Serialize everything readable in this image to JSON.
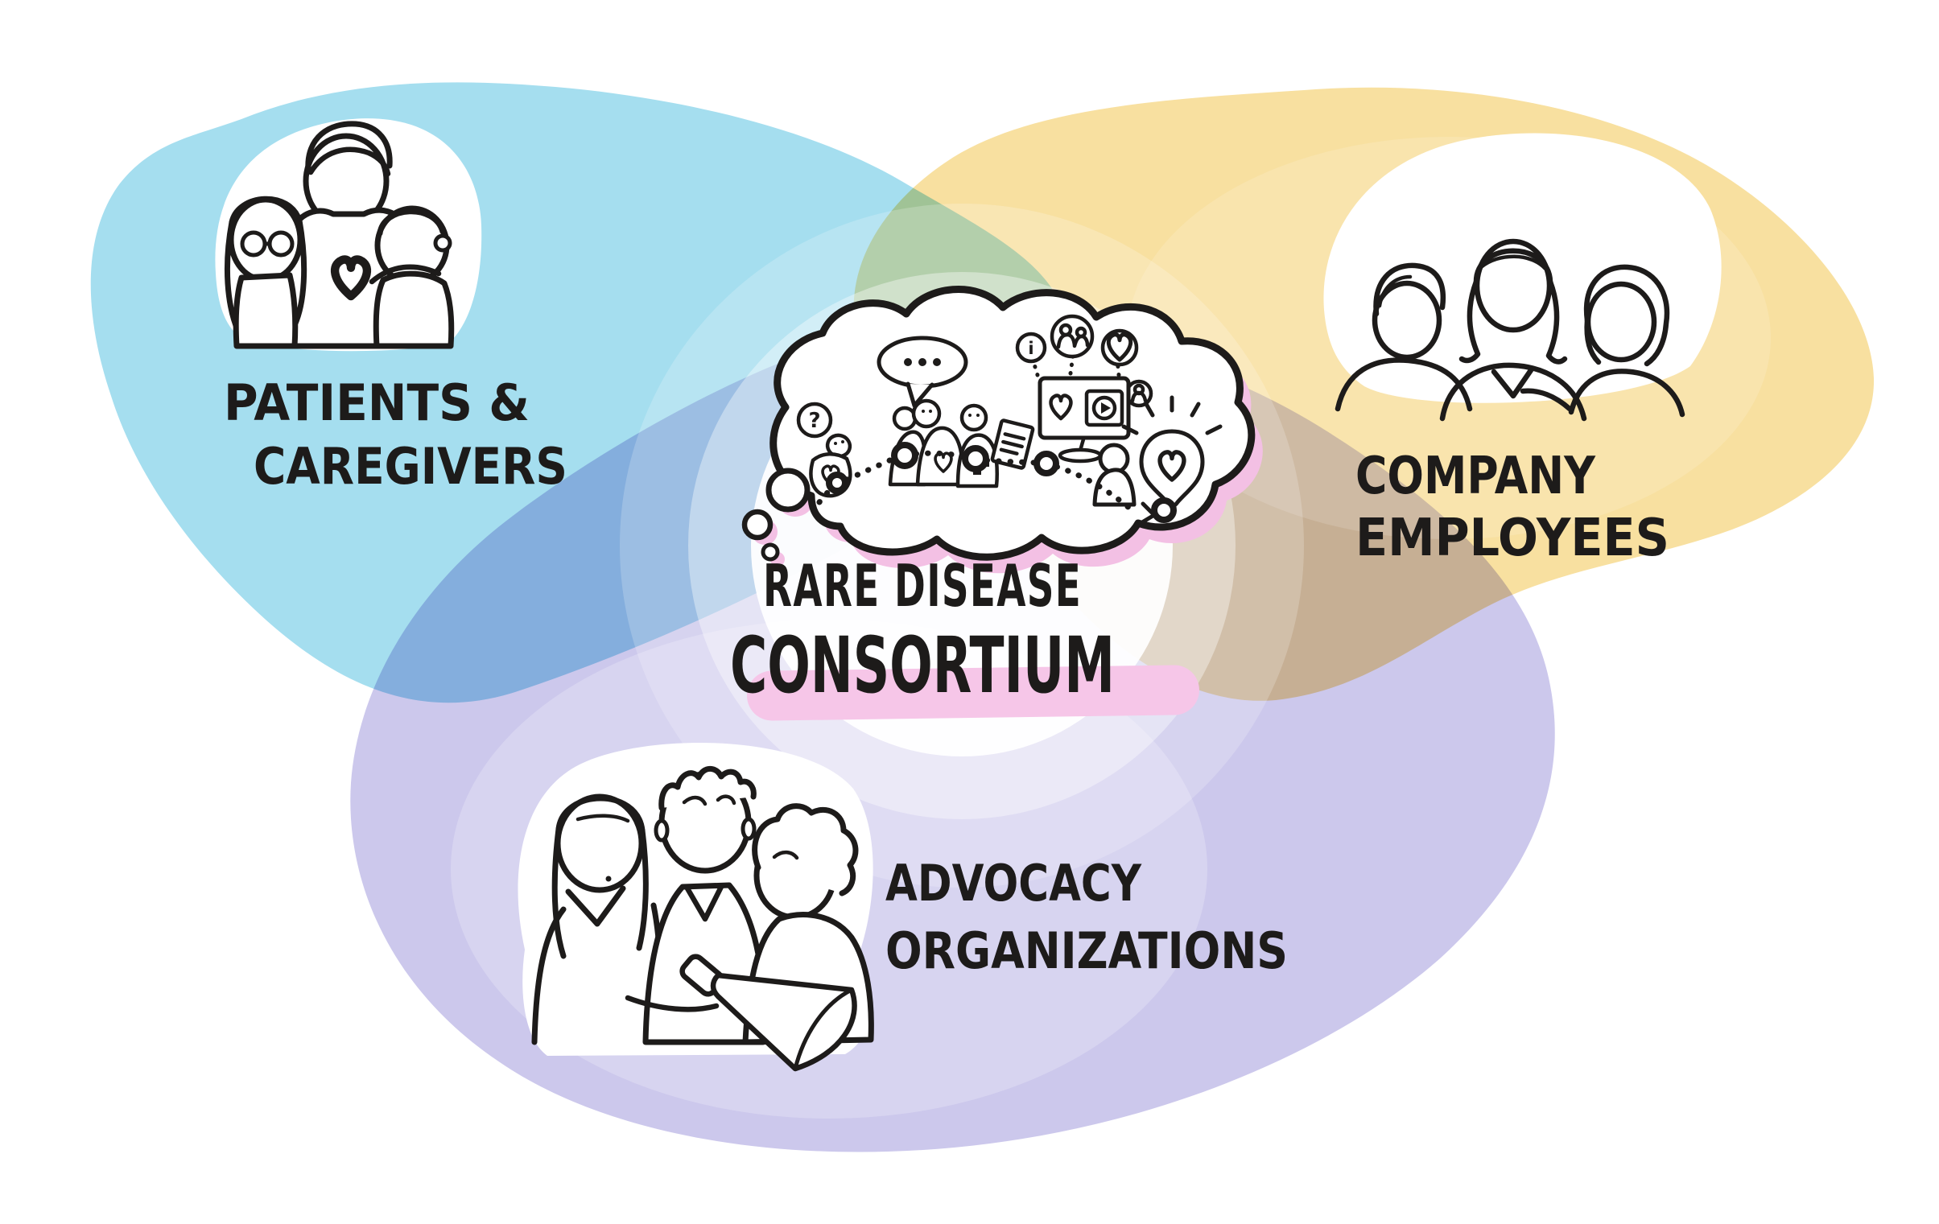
{
  "diagram": {
    "center": {
      "title_line1": "RARE DISEASE",
      "title_line2": "CONSORTIUM"
    },
    "circles": [
      {
        "id": "patients-caregivers",
        "label1": "PATIENTS &",
        "label2": "CAREGIVERS",
        "color": "#a5deef"
      },
      {
        "id": "company-employees",
        "label1": "COMPANY",
        "label2": "EMPLOYEES",
        "color": "#f8e0a0"
      },
      {
        "id": "advocacy-organizations",
        "label1": "ADVOCACY",
        "label2": "ORGANIZATIONS",
        "color": "#ccc8ec"
      }
    ],
    "colors": {
      "ink": "#1d1b1a",
      "pink_highlight": "#f6c6e8",
      "pink_shadow": "#f3c0e4",
      "paper": "#ffffff"
    },
    "bubble_ellipsis": "...",
    "question_mark": "?",
    "info_mark": "i",
    "illustrations": [
      "family-with-heart-sketch",
      "three-employees-sketch",
      "advocates-with-megaphone-sketch",
      "thought-cloud",
      "speech-bubble-ellipsis-icon",
      "question-circle-icon",
      "people-pair-icon",
      "heart-badge-icon",
      "medical-cross-person-icon",
      "document-card-icon",
      "monitor-with-hearts-icon",
      "person-at-computer-icon",
      "heart-pin-idea-icon",
      "dotted-journey-path"
    ]
  }
}
